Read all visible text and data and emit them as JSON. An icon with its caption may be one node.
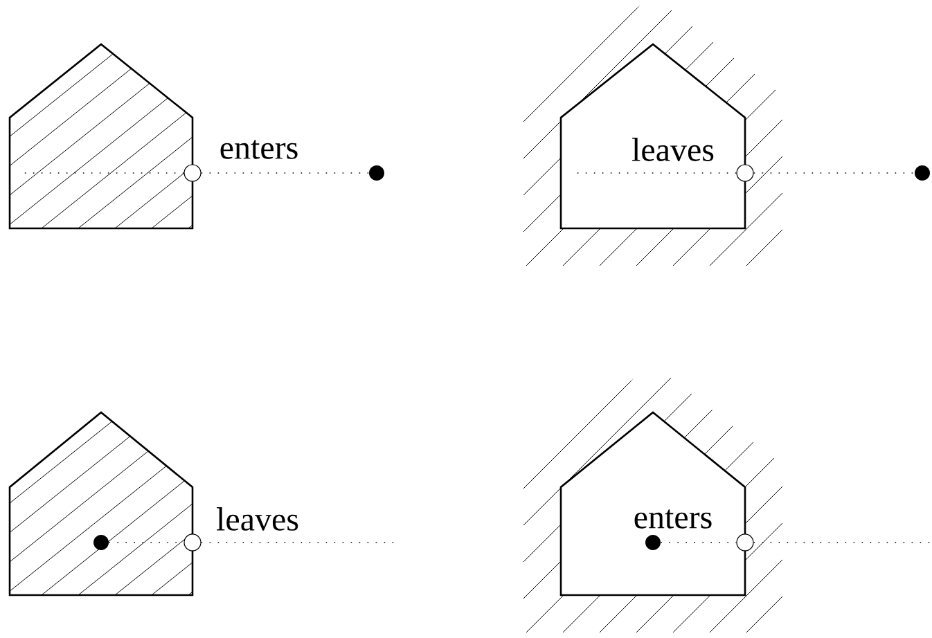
{
  "diagram": {
    "nodes": [
      {
        "text": [],
        "shape": "pentagon"
      },
      {
        "text": [],
        "shape": "circle"
      },
      {
        "text": [],
        "shape": "dot"
      },
      {
        "text": [],
        "shape": "pentagon"
      },
      {
        "text": [],
        "shape": "circle"
      },
      {
        "text": [],
        "shape": "dot"
      },
      {
        "text": [],
        "shape": "pentagon"
      },
      {
        "text": [],
        "shape": "dot",
        "in": 6
      },
      {
        "text": [],
        "shape": "circle"
      },
      {
        "text": [],
        "shape": "pentagon"
      },
      {
        "text": [],
        "shape": "dot",
        "in": 9
      },
      {
        "text": [],
        "shape": "circle"
      }
    ],
    "edges": [
      {
        "from": 0,
        "to": 1,
        "arrow": "none"
      },
      {
        "from": 1,
        "to": 2,
        "arrow": "none"
      },
      {
        "from": 3,
        "to": 4,
        "arrow": "none"
      },
      {
        "from": 4,
        "to": 5,
        "arrow": "none"
      },
      {
        "from": 7,
        "to": 8,
        "arrow": "none"
      },
      {
        "from": 8,
        "to": null,
        "arrow": "none"
      },
      {
        "from": 10,
        "to": 11,
        "arrow": "none"
      },
      {
        "from": 11,
        "to": null,
        "arrow": "none"
      }
    ],
    "labels": [
      "enters",
      "leaves",
      "leaves",
      "enters"
    ]
  }
}
